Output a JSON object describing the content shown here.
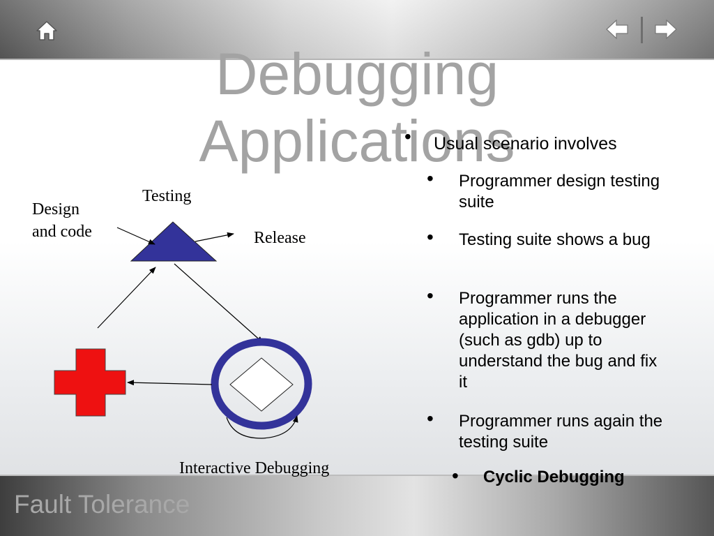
{
  "slide": {
    "title_line1": "Debugging",
    "title_line2": "Applications",
    "footer": "Fault Tolerance"
  },
  "nav": {
    "home_icon": "home-icon",
    "prev_icon": "arrow-left-icon",
    "next_icon": "arrow-right-icon"
  },
  "diagram": {
    "label_design": "Design",
    "label_code": "and code",
    "label_testing": "Testing",
    "label_release": "Release",
    "label_interactive": "Interactive Debugging",
    "colors": {
      "triangle": "#33339a",
      "cross": "#ee1111",
      "ring": "#33339a"
    }
  },
  "bullets": {
    "main": "Usual scenario involves",
    "items": [
      "Programmer design testing suite",
      "Testing suite shows a bug",
      "Programmer runs the application in a debugger (such as gdb) up to understand the bug and fix it",
      "Programmer runs again the testing suite"
    ],
    "final": "Cyclic Debugging"
  }
}
